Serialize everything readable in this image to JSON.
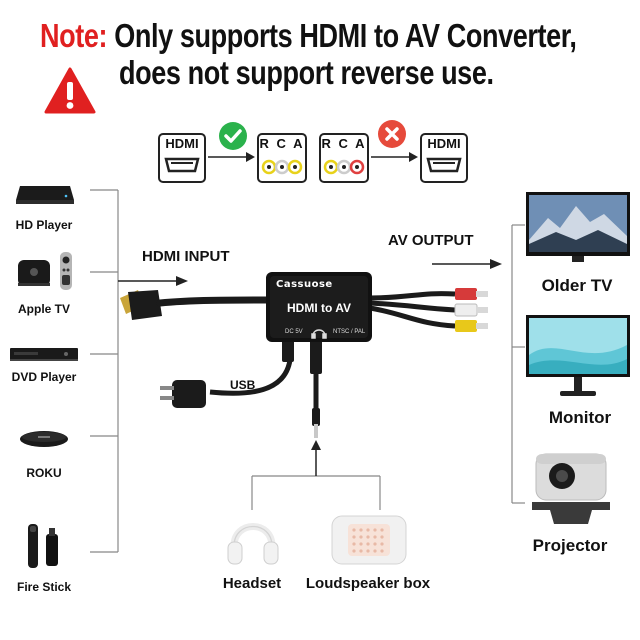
{
  "note": {
    "prefix": "Note:",
    "line1": "Only supports HDMI to AV Converter,",
    "line2": "does not support reverse use.",
    "prefix_color": "#e02020"
  },
  "flow": {
    "step1": "HDMI",
    "step2": "R C A",
    "step3": "R C A",
    "step4": "HDMI",
    "ok_icon": "check-icon",
    "ok_color": "#2bb24c",
    "bad_icon": "cross-icon",
    "bad_color": "#e64a3b"
  },
  "inputs": {
    "header": "HDMI INPUT",
    "devices": [
      "HD Player",
      "Apple TV",
      "DVD Player",
      "ROKU",
      "Fire Stick"
    ]
  },
  "converter": {
    "brand": "Cassuose",
    "title": "HDMI to AV",
    "port_left": "DC 5V",
    "port_right": "NTSC / PAL"
  },
  "usb_label": "USB",
  "outputs": {
    "header": "AV OUTPUT",
    "devices": [
      "Older TV",
      "Monitor",
      "Projector"
    ]
  },
  "audio": {
    "devices": [
      "Headset",
      "Loudspeaker box"
    ]
  }
}
